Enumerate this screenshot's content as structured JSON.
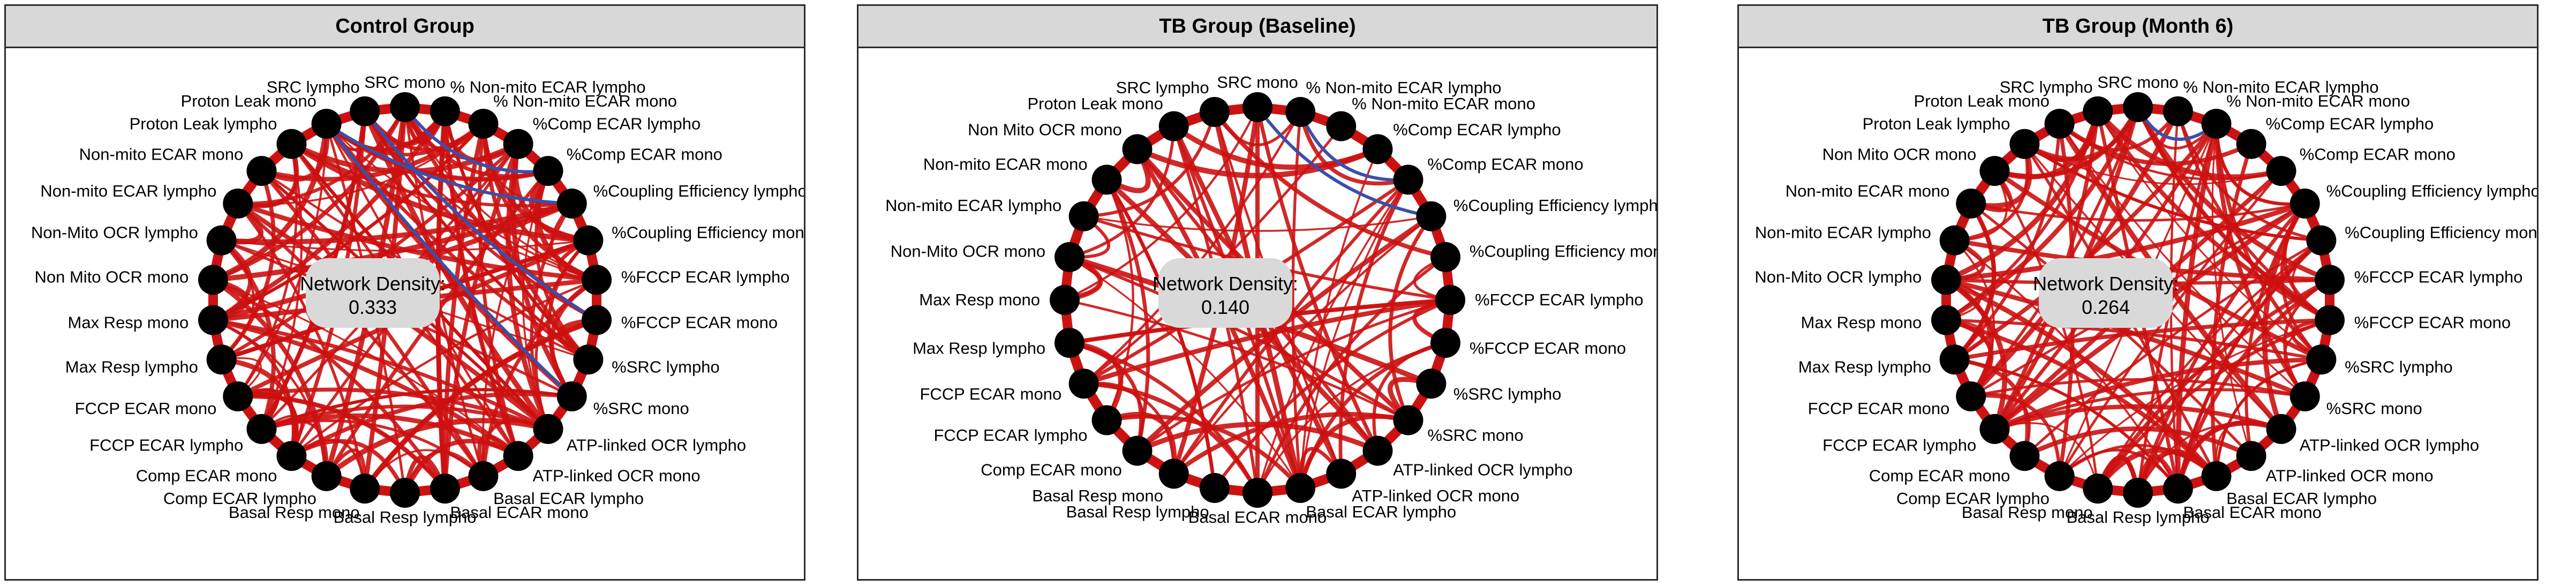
{
  "colors": {
    "positive_edge": "#cc1111",
    "negative_edge": "#3a4fa8",
    "node": "#000000",
    "density_box": "#d9d9d9"
  },
  "panels": [
    {
      "title": "Control Group",
      "density_label": "Network Density:",
      "density_value": "0.333",
      "nodes": [
        "SRC mono",
        "% Non-mito ECAR lympho",
        "% Non-mito ECAR mono",
        "%Comp ECAR lympho",
        "%Comp ECAR mono",
        "%Coupling Efficiency lympho",
        "%Coupling Efficiency mono",
        "%FCCP ECAR lympho",
        "%FCCP ECAR mono",
        "%SRC lympho",
        "%SRC mono",
        "ATP-linked OCR lympho",
        "ATP-linked OCR mono",
        "Basal ECAR lympho",
        "Basal ECAR mono",
        "Basal Resp lympho",
        "Basal Resp mono",
        "Comp ECAR lympho",
        "Comp ECAR mono",
        "FCCP ECAR lympho",
        "FCCP ECAR mono",
        "Max Resp lympho",
        "Max Resp mono",
        "Non Mito OCR mono",
        "Non-Mito OCR lympho",
        "Non-mito ECAR lympho",
        "Non-mito ECAR mono",
        "Proton Leak lympho",
        "Proton Leak mono",
        "SRC lympho"
      ]
    },
    {
      "title": "TB Group (Baseline)",
      "density_label": "Network Density:",
      "density_value": "0.140",
      "nodes": [
        "SRC mono",
        "% Non-mito ECAR lympho",
        "% Non-mito ECAR mono",
        "%Comp ECAR lympho",
        "%Comp ECAR mono",
        "%Coupling Efficiency lympho",
        "%Coupling Efficiency mono",
        "%FCCP ECAR lympho",
        "%FCCP ECAR mono",
        "%SRC lympho",
        "%SRC mono",
        "ATP-linked OCR lympho",
        "ATP-linked OCR mono",
        "Basal ECAR lympho",
        "Basal ECAR mono",
        "Basal Resp lympho",
        "Basal Resp mono",
        "Comp ECAR mono",
        "FCCP ECAR lympho",
        "FCCP ECAR mono",
        "Max Resp lympho",
        "Max Resp mono",
        "Non-Mito OCR mono",
        "Non-mito ECAR lympho",
        "Non-mito ECAR mono",
        "Non Mito OCR mono",
        "Proton Leak mono",
        "SRC lympho"
      ]
    },
    {
      "title": "TB Group (Month 6)",
      "density_label": "Network Density:",
      "density_value": "0.264",
      "nodes": [
        "SRC mono",
        "% Non-mito ECAR lympho",
        "% Non-mito ECAR mono",
        "%Comp ECAR lympho",
        "%Comp ECAR mono",
        "%Coupling Efficiency lympho",
        "%Coupling Efficiency mono",
        "%FCCP ECAR lympho",
        "%FCCP ECAR mono",
        "%SRC lympho",
        "%SRC mono",
        "ATP-linked OCR lympho",
        "ATP-linked OCR mono",
        "Basal ECAR lympho",
        "Basal ECAR mono",
        "Basal Resp lympho",
        "Basal Resp mono",
        "Comp ECAR lympho",
        "Comp ECAR mono",
        "FCCP ECAR lympho",
        "FCCP ECAR mono",
        "Max Resp lympho",
        "Max Resp mono",
        "Non-Mito OCR lympho",
        "Non-mito ECAR lympho",
        "Non-mito ECAR mono",
        "Non Mito OCR mono",
        "Proton Leak lympho",
        "Proton Leak mono",
        "SRC lympho"
      ]
    }
  ]
}
